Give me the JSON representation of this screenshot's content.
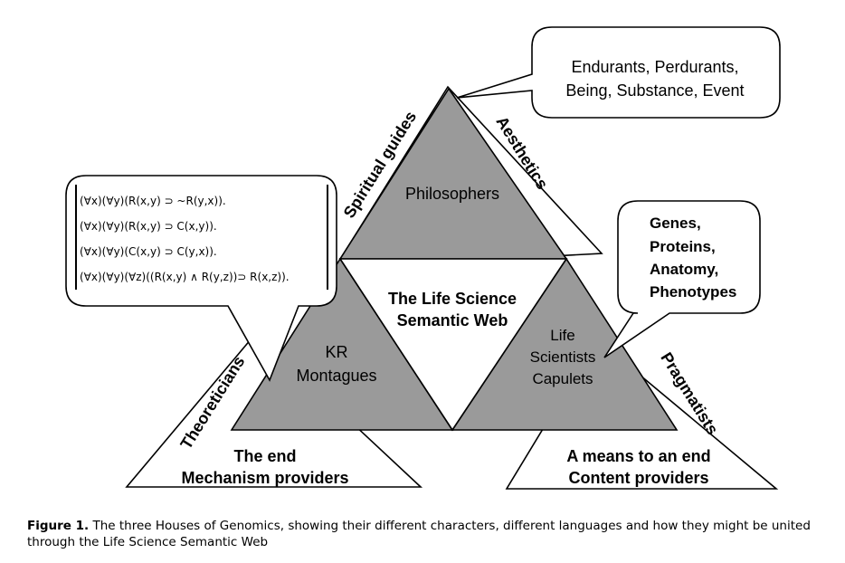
{
  "diagram": {
    "center_line1": "The Life Science",
    "center_line2": "Semantic Web",
    "top_house": {
      "label": "Philosophers",
      "side_left": "Spiritual guides",
      "side_right": "Aesthetics",
      "bubble_line1": "Endurants, Perdurants,",
      "bubble_line2": "Being, Substance, Event"
    },
    "left_house": {
      "label_line1": "KR",
      "label_line2": "Montagues",
      "side": "Theoreticians",
      "bottom_line1": "The end",
      "bottom_line2": "Mechanism providers",
      "bubble_lines": [
        "(∀x)(∀y)(R(x,y) ⊃ ~R(y,x)).",
        "(∀x)(∀y)(R(x,y) ⊃ C(x,y)).",
        "(∀x)(∀y)(C(x,y) ⊃ C(y,x)).",
        "(∀x)(∀y)(∀z)((R(x,y) ∧ R(y,z))⊃ R(x,z))."
      ]
    },
    "right_house": {
      "label_line1": "Life",
      "label_line2": "Scientists",
      "label_line3": "Capulets",
      "side": "Pragmatists",
      "bottom_line1": "A means to an end",
      "bottom_line2": "Content providers",
      "bubble_lines": [
        "Genes,",
        "Proteins,",
        "Anatomy,",
        "Phenotypes"
      ]
    }
  },
  "caption": {
    "label": "Figure 1.",
    "text": "The three Houses of Genomics, showing their different characters, different languages and how they might be united through the Life Science Semantic Web"
  }
}
